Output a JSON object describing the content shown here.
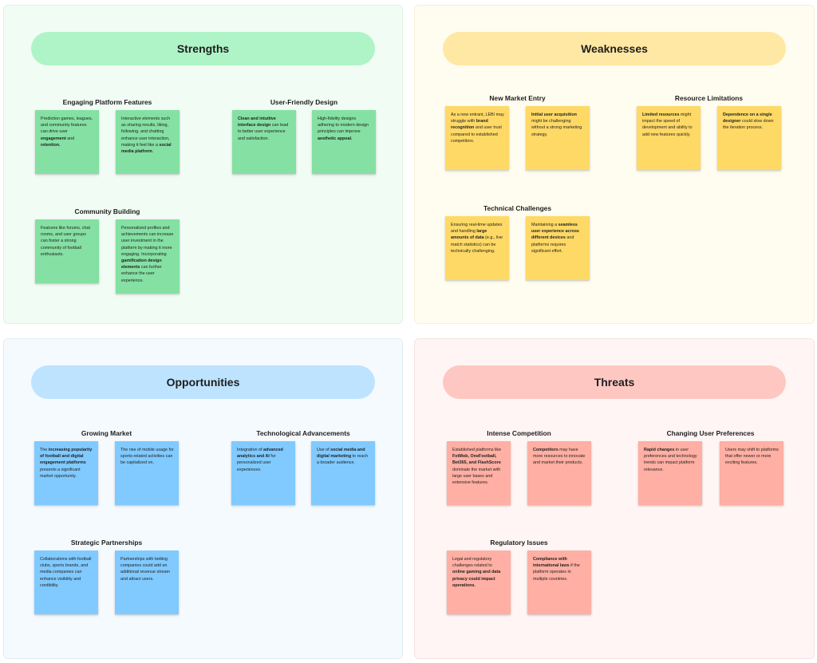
{
  "colors": {
    "strengths_bg": "#f1fcf4",
    "weaknesses_bg": "#fffcf0",
    "opportunities_bg": "#f5fafe",
    "threats_bg": "#fff5f5",
    "strengths_title": "#aff4c6",
    "weaknesses_title": "#ffe8a3",
    "opportunities_title": "#bde3ff",
    "threats_title": "#ffc7c2",
    "sticky_green": "#85e0a3",
    "sticky_yellow": "#ffd966",
    "sticky_blue": "#80caff",
    "sticky_red": "#ffafa3"
  },
  "strengths": {
    "title": "Strengths",
    "groups": [
      {
        "title": "Engaging Platform Features",
        "notes": [
          [
            {
              "t": "Prediction games, leagues, and community features can drive user "
            },
            {
              "t": "engagement",
              "b": true
            },
            {
              "t": " and "
            },
            {
              "t": "retention.",
              "b": true
            }
          ],
          [
            {
              "t": "Interactive elements such as sharing results, liking, following, and chatting enhance user interaction, making it feel like a "
            },
            {
              "t": "social media platform",
              "b": true
            },
            {
              "t": "."
            }
          ]
        ]
      },
      {
        "title": "User-Friendly Design",
        "notes": [
          [
            {
              "t": "Clean and intuitive interface design",
              "b": true
            },
            {
              "t": " can lead to better user experience and satisfaction."
            }
          ],
          [
            {
              "t": "High-fidelity designs adhering to modern design principles can improve "
            },
            {
              "t": "aesthetic appeal.",
              "b": true
            }
          ]
        ]
      },
      {
        "title": "Community Building",
        "notes": [
          [
            {
              "t": "Features like forums, chat rooms, and user groups can foster a strong community of football enthusiasts."
            }
          ],
          [
            {
              "t": "Personalized profiles and achievements can increase user investment in the platform by making it more engaging. Incorporating "
            },
            {
              "t": "gamification design elements",
              "b": true
            },
            {
              "t": " can further enhance the user experience."
            }
          ]
        ]
      }
    ]
  },
  "weaknesses": {
    "title": "Weaknesses",
    "groups": [
      {
        "title": "New Market Entry",
        "notes": [
          [
            {
              "t": "As a new entrant, LEBI may struggle with "
            },
            {
              "t": "brand recognition",
              "b": true
            },
            {
              "t": " and user trust compared to established competitors."
            }
          ],
          [
            {
              "t": "Initial user acquisition",
              "b": true
            },
            {
              "t": " might be challenging without a strong marketing strategy."
            }
          ]
        ]
      },
      {
        "title": "Resource Limitations",
        "notes": [
          [
            {
              "t": "Limited resources",
              "b": true
            },
            {
              "t": " might impact the speed of development and ability to add new features quickly."
            }
          ],
          [
            {
              "t": "Dependence on a single designer",
              "b": true
            },
            {
              "t": " could slow down the iteration process."
            }
          ]
        ]
      },
      {
        "title": "Technical Challenges",
        "notes": [
          [
            {
              "t": "Ensuring real-time updates and handling "
            },
            {
              "t": "large amounts of data",
              "b": true
            },
            {
              "t": " (e.g., live match statistics) can be technically challenging."
            }
          ],
          [
            {
              "t": "Maintaining a "
            },
            {
              "t": "seamless user experience across different devices",
              "b": true
            },
            {
              "t": " and platforms requires significant effort."
            }
          ]
        ]
      }
    ]
  },
  "opportunities": {
    "title": "Opportunities",
    "groups": [
      {
        "title": "Growing Market",
        "notes": [
          [
            {
              "t": "The "
            },
            {
              "t": "increasing popularity of football and digital engagement platforms",
              "b": true
            },
            {
              "t": " presents a significant market opportunity."
            }
          ],
          [
            {
              "t": "The rise of mobile usage for sports-related activities can be capitalized on."
            }
          ]
        ]
      },
      {
        "title": "Technological Advancements",
        "notes": [
          [
            {
              "t": "Integration of "
            },
            {
              "t": "advanced analytics and AI",
              "b": true
            },
            {
              "t": " for personalized user experiences."
            }
          ],
          [
            {
              "t": "Use of "
            },
            {
              "t": "social media and digital marketing",
              "b": true
            },
            {
              "t": " to reach a broader audience."
            }
          ]
        ]
      },
      {
        "title": "Strategic Partnerships",
        "notes": [
          [
            {
              "t": "Collaborations with football clubs, sports brands, and media companies can enhance visibility and credibility."
            }
          ],
          [
            {
              "t": "Partnerships with betting companies could add an additional revenue stream and attract users."
            }
          ]
        ]
      }
    ]
  },
  "threats": {
    "title": "Threats",
    "groups": [
      {
        "title": "Intense Competition",
        "notes": [
          [
            {
              "t": "Established platforms like "
            },
            {
              "t": "FotMob, OneFootball, Bet365, and FlashScore",
              "b": true
            },
            {
              "t": " dominate the market with large user bases and extensive features."
            }
          ],
          [
            {
              "t": "Competitors",
              "b": true
            },
            {
              "t": " may have more resources to innovate and market their products."
            }
          ]
        ]
      },
      {
        "title": "Changing User Preferences",
        "notes": [
          [
            {
              "t": "Rapid changes",
              "b": true
            },
            {
              "t": " in user preferences and technology trends can impact platform relevance."
            }
          ],
          [
            {
              "t": "Users may shift to platforms that offer newer or more exciting features."
            }
          ]
        ]
      },
      {
        "title": "Regulatory Issues",
        "notes": [
          [
            {
              "t": "Legal and regulatory challenges related to "
            },
            {
              "t": "online gaming and data privacy could impact operations.",
              "b": true
            }
          ],
          [
            {
              "t": "Compliance with international laws",
              "b": true
            },
            {
              "t": " if the platform operates in multiple countries."
            }
          ]
        ]
      }
    ]
  }
}
